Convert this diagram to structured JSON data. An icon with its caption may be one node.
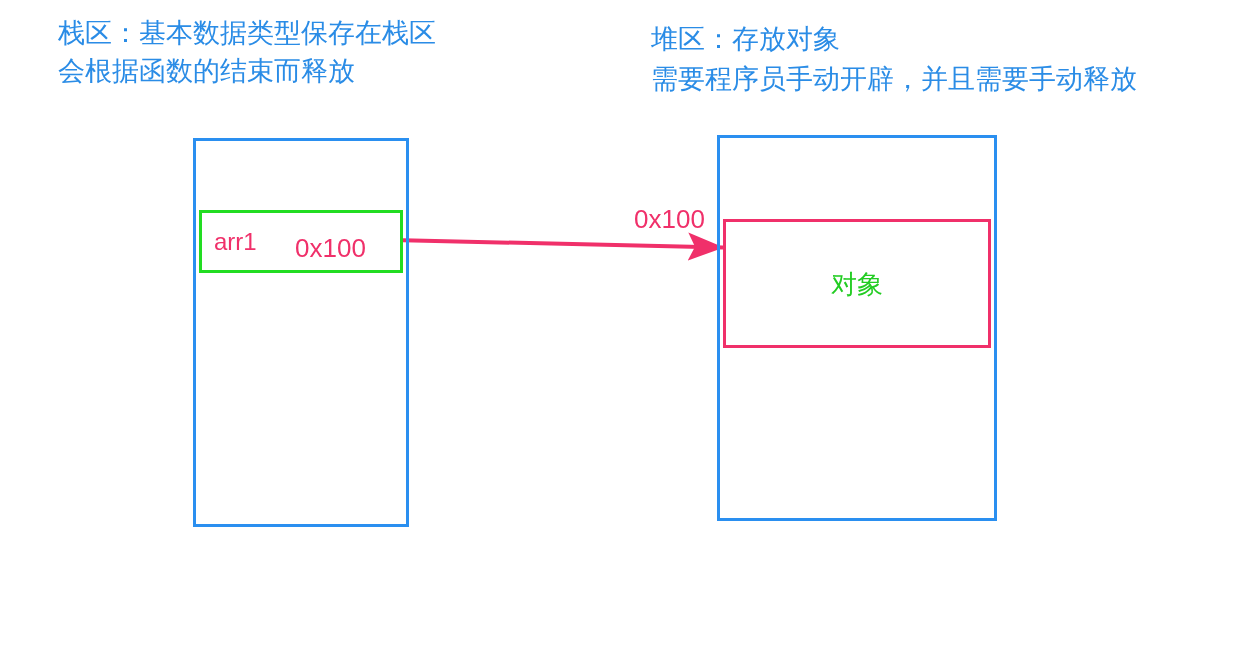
{
  "diagram": {
    "nodes": [
      {
        "text": [],
        "shape": "box"
      },
      {
        "text": [
          "arr1",
          "0x100"
        ],
        "in": 0
      },
      {
        "text": [],
        "shape": "box"
      },
      {
        "text": [
          "对象"
        ],
        "in": 2,
        "beside": [
          "0x100"
        ]
      }
    ],
    "edges": [
      {
        "from": 1,
        "to": 3,
        "arrow": "to"
      }
    ],
    "labels": [
      "栈区：基本数据类型保存在栈区",
      "会根据函数的结束而释放",
      "堆区：存放对象",
      "需要程序员手动开辟，并且需要手动释放"
    ]
  }
}
